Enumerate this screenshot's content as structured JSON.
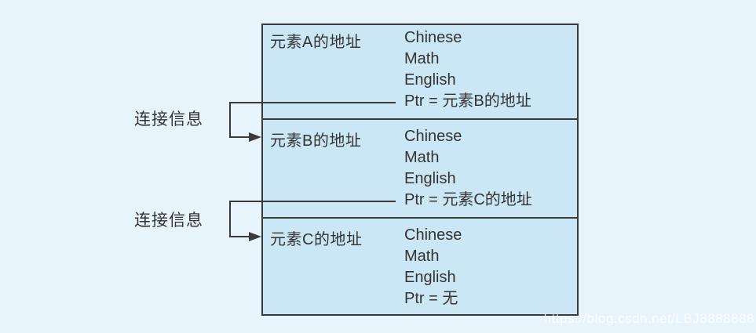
{
  "colors": {
    "page_bg": "#e8f4fc",
    "box_fill": "#cbe7f6",
    "line": "#3a3a3a",
    "text": "#333333",
    "watermark": "rgba(255,255,255,0.8)"
  },
  "nodes": [
    {
      "address_label": "元素A的地址",
      "fields": [
        "Chinese",
        "Math",
        "English"
      ],
      "ptr": "Ptr = 元素B的地址"
    },
    {
      "address_label": "元素B的地址",
      "fields": [
        "Chinese",
        "Math",
        "English"
      ],
      "ptr": "Ptr = 元素C的地址"
    },
    {
      "address_label": "元素C的地址",
      "fields": [
        "Chinese",
        "Math",
        "English"
      ],
      "ptr": "Ptr = 无"
    }
  ],
  "connectors": [
    {
      "label": "连接信息",
      "from_node": 0,
      "to_node": 1
    },
    {
      "label": "连接信息",
      "from_node": 1,
      "to_node": 2
    }
  ],
  "watermark": "https://blog.csdn.net/LBJ8888888"
}
